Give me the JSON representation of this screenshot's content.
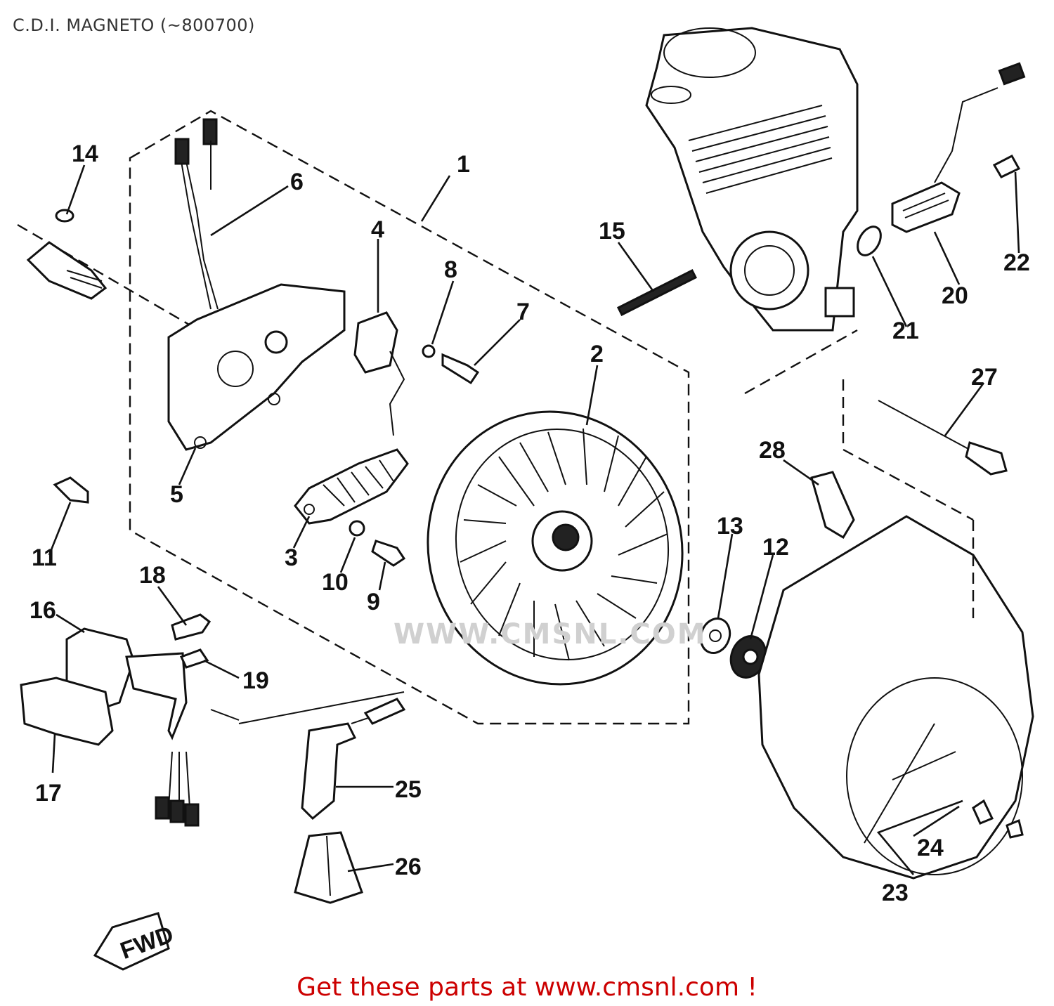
{
  "title": "C.D.I. MAGNETO (~800700)",
  "footer": "Get these parts at www.cmsnl.com !",
  "watermark": "WWW.CMSNL.COM",
  "fwd_label": "FWD",
  "colors": {
    "footer": "#cc0000",
    "title": "#333333",
    "ink": "#111111"
  },
  "parts": [
    {
      "id": "p1",
      "label": "1"
    },
    {
      "id": "p2",
      "label": "2"
    },
    {
      "id": "p3",
      "label": "3"
    },
    {
      "id": "p4",
      "label": "4"
    },
    {
      "id": "p5",
      "label": "5"
    },
    {
      "id": "p6",
      "label": "6"
    },
    {
      "id": "p7",
      "label": "7"
    },
    {
      "id": "p8",
      "label": "8"
    },
    {
      "id": "p9",
      "label": "9"
    },
    {
      "id": "p10",
      "label": "10"
    },
    {
      "id": "p11",
      "label": "11"
    },
    {
      "id": "p12",
      "label": "12"
    },
    {
      "id": "p13",
      "label": "13"
    },
    {
      "id": "p14",
      "label": "14"
    },
    {
      "id": "p15",
      "label": "15"
    },
    {
      "id": "p16",
      "label": "16"
    },
    {
      "id": "p17",
      "label": "17"
    },
    {
      "id": "p18",
      "label": "18"
    },
    {
      "id": "p19",
      "label": "19"
    },
    {
      "id": "p20",
      "label": "20"
    },
    {
      "id": "p21",
      "label": "21"
    },
    {
      "id": "p22",
      "label": "22"
    },
    {
      "id": "p23",
      "label": "23"
    },
    {
      "id": "p24",
      "label": "24"
    },
    {
      "id": "p25",
      "label": "25"
    },
    {
      "id": "p26",
      "label": "26"
    },
    {
      "id": "p27",
      "label": "27"
    },
    {
      "id": "p28",
      "label": "28"
    }
  ]
}
